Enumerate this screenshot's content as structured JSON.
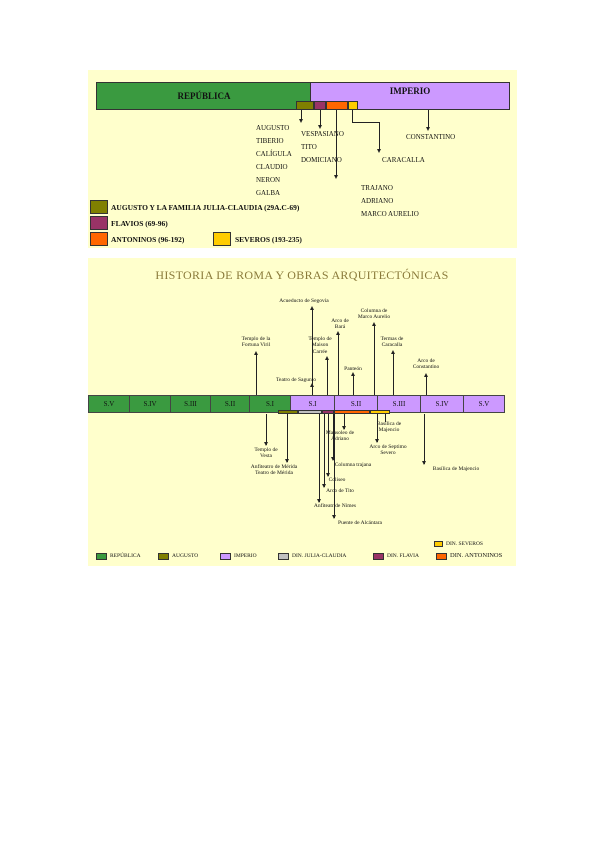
{
  "panel1": {
    "republica": "REPÚBLICA",
    "imperio": "IMPERIO",
    "names_a": [
      "AUGUSTO",
      "TIBERIO",
      "CALÍGULA",
      "CLAUDIO",
      "NERON",
      "GALBA"
    ],
    "names_b": [
      "VESPASIANO",
      "TITO",
      "DOMICIANO"
    ],
    "names_c": [
      "TRAJANO",
      "ADRIANO",
      "MARCO AURELIO"
    ],
    "caracalla": "CARACALLA",
    "constantino": "CONSTANTINO",
    "legend": {
      "augusto": "AUGUSTO Y LA FAMILIA JULIA-CLAUDIA (29A.C-69)",
      "flavios": "FLAVIOS (69-96)",
      "antoninos": "ANTONINOS (96-192)",
      "severos": "SEVEROS (193-235)"
    }
  },
  "panel2": {
    "title": "HISTORIA DE ROMA Y OBRAS ARQUITECTÓNICAS",
    "centuries": [
      "S.V",
      "S.IV",
      "S.III",
      "S.II",
      "S.I",
      "S.I",
      "S.II",
      "S.III",
      "S.IV",
      "S.V"
    ],
    "above": {
      "acueducto": "Acueducto de Segovia",
      "columna_marco": "Columna de\nMarco Aurelio",
      "arco_bara": "Arco de\nBará",
      "templo_maison": "Templo de\nMaison\nCarrée",
      "templo_fortuna": "Templo de la\nFortuna Viril",
      "termas": "Termas de\nCaracalla",
      "arco_constantino": "Arco de\nConstantino",
      "panteon": "Panteón",
      "teatro_sagunto": "Teatro de Sagunto"
    },
    "below": {
      "basilica_a": "Basílica de\nMajencio",
      "mausoleo": "Mausoleo de\nAdriano",
      "arco_septimo": "Arco de Septimo\nSevero",
      "templo_vesta": "Templo de\nVesta",
      "anfiteatro_merida": "Anfiteatro de Mérida\nTeatro de Mérida",
      "columna_trajana": "Columna trajana",
      "basilica_b": "Basílica de Majencio",
      "coliseo": "Coliseo",
      "arco_tito": "Arco de Tito",
      "anfiteatro_nimes": "Anfiteatr de Nimes",
      "puente": "Puente de Alcántara"
    },
    "legend": {
      "severos": "DIN. SEVEROS",
      "republica": "REPÚBLICA",
      "augusto": "AUGUSTO",
      "imperio": "IMPERIO",
      "julia": "DIN. JULIA-CLAUDIA",
      "flavia": "DIN. FLAVIA",
      "antoninos": "DIN. ANTONINOS"
    }
  },
  "colors": {
    "republica": "#3a9a40",
    "imperio": "#cc99ff",
    "augusto": "#808000",
    "flavios": "#993366",
    "antoninos": "#ff6600",
    "severos": "#ffcc00",
    "julia": "#c0c0c0",
    "panel": "#ffffcc"
  }
}
